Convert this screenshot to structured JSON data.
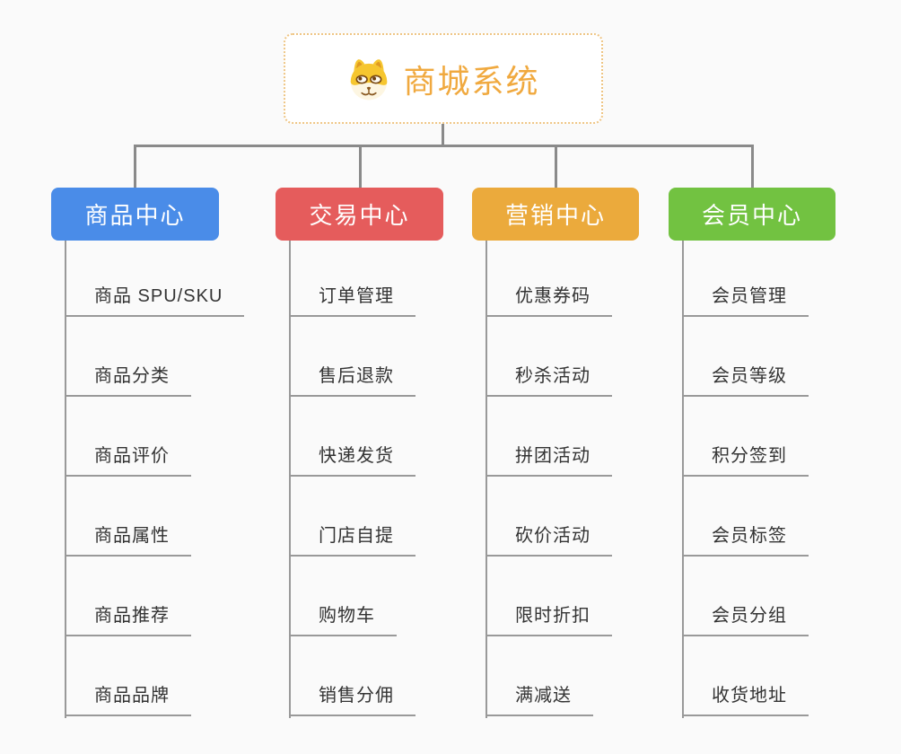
{
  "root": {
    "title": "商城系统",
    "icon": "dog-face-icon",
    "title_color": "#f0a93f",
    "border_color": "#eec584"
  },
  "colors": {
    "background": "#fafafa",
    "connector": "#8a8a8a",
    "leaf_line": "#999999",
    "leaf_text": "#333333"
  },
  "branches": [
    {
      "label": "商品中心",
      "color": "#4a8ce8",
      "children": [
        "商品 SPU/SKU",
        "商品分类",
        "商品评价",
        "商品属性",
        "商品推荐",
        "商品品牌"
      ]
    },
    {
      "label": "交易中心",
      "color": "#e55c5c",
      "children": [
        "订单管理",
        "售后退款",
        "快递发货",
        "门店自提",
        "购物车",
        "销售分佣"
      ]
    },
    {
      "label": "营销中心",
      "color": "#ebaa3c",
      "children": [
        "优惠券码",
        "秒杀活动",
        "拼团活动",
        "砍价活动",
        "限时折扣",
        "满减送"
      ]
    },
    {
      "label": "会员中心",
      "color": "#72c241",
      "children": [
        "会员管理",
        "会员等级",
        "积分签到",
        "会员标签",
        "会员分组",
        "收货地址"
      ]
    }
  ]
}
